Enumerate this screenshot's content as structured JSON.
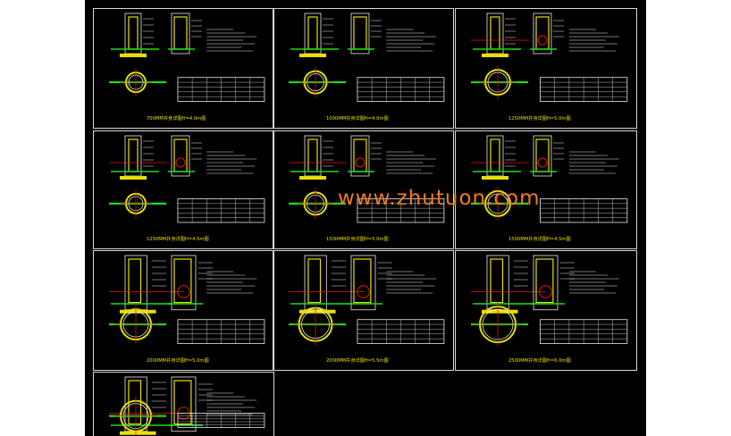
{
  "viewer": {
    "watermark": "www.zhutuon.com"
  },
  "sheets": [
    {
      "id": 1,
      "caption": "700MM井身详图H=4.0m图"
    },
    {
      "id": 2,
      "caption": "1000MM井身详图H=4.0m图"
    },
    {
      "id": 3,
      "caption": "1250MM井身详图H=5.0m图"
    },
    {
      "id": 4,
      "caption": "1250MM井身详图H=4.5m图"
    },
    {
      "id": 5,
      "caption": "1500MM井身详图H=5.0m图"
    },
    {
      "id": 6,
      "caption": "1500MM井身详图H=4.5m图"
    },
    {
      "id": 7,
      "caption": "2000MM井身详图H=5.0m图"
    },
    {
      "id": 8,
      "caption": "2000MM井身详图H=5.5m图"
    },
    {
      "id": 9,
      "caption": "2500MM井身详图H=6.0m图"
    },
    {
      "id": 10,
      "caption": ""
    }
  ],
  "colors": {
    "background": "#000000",
    "frame": "#d8d8d8",
    "drawing_white": "#e8e8e8",
    "pipe_green": "#18e018",
    "section_yellow": "#e8e000",
    "axis_red": "#e01818",
    "watermark": "#f07a22"
  }
}
